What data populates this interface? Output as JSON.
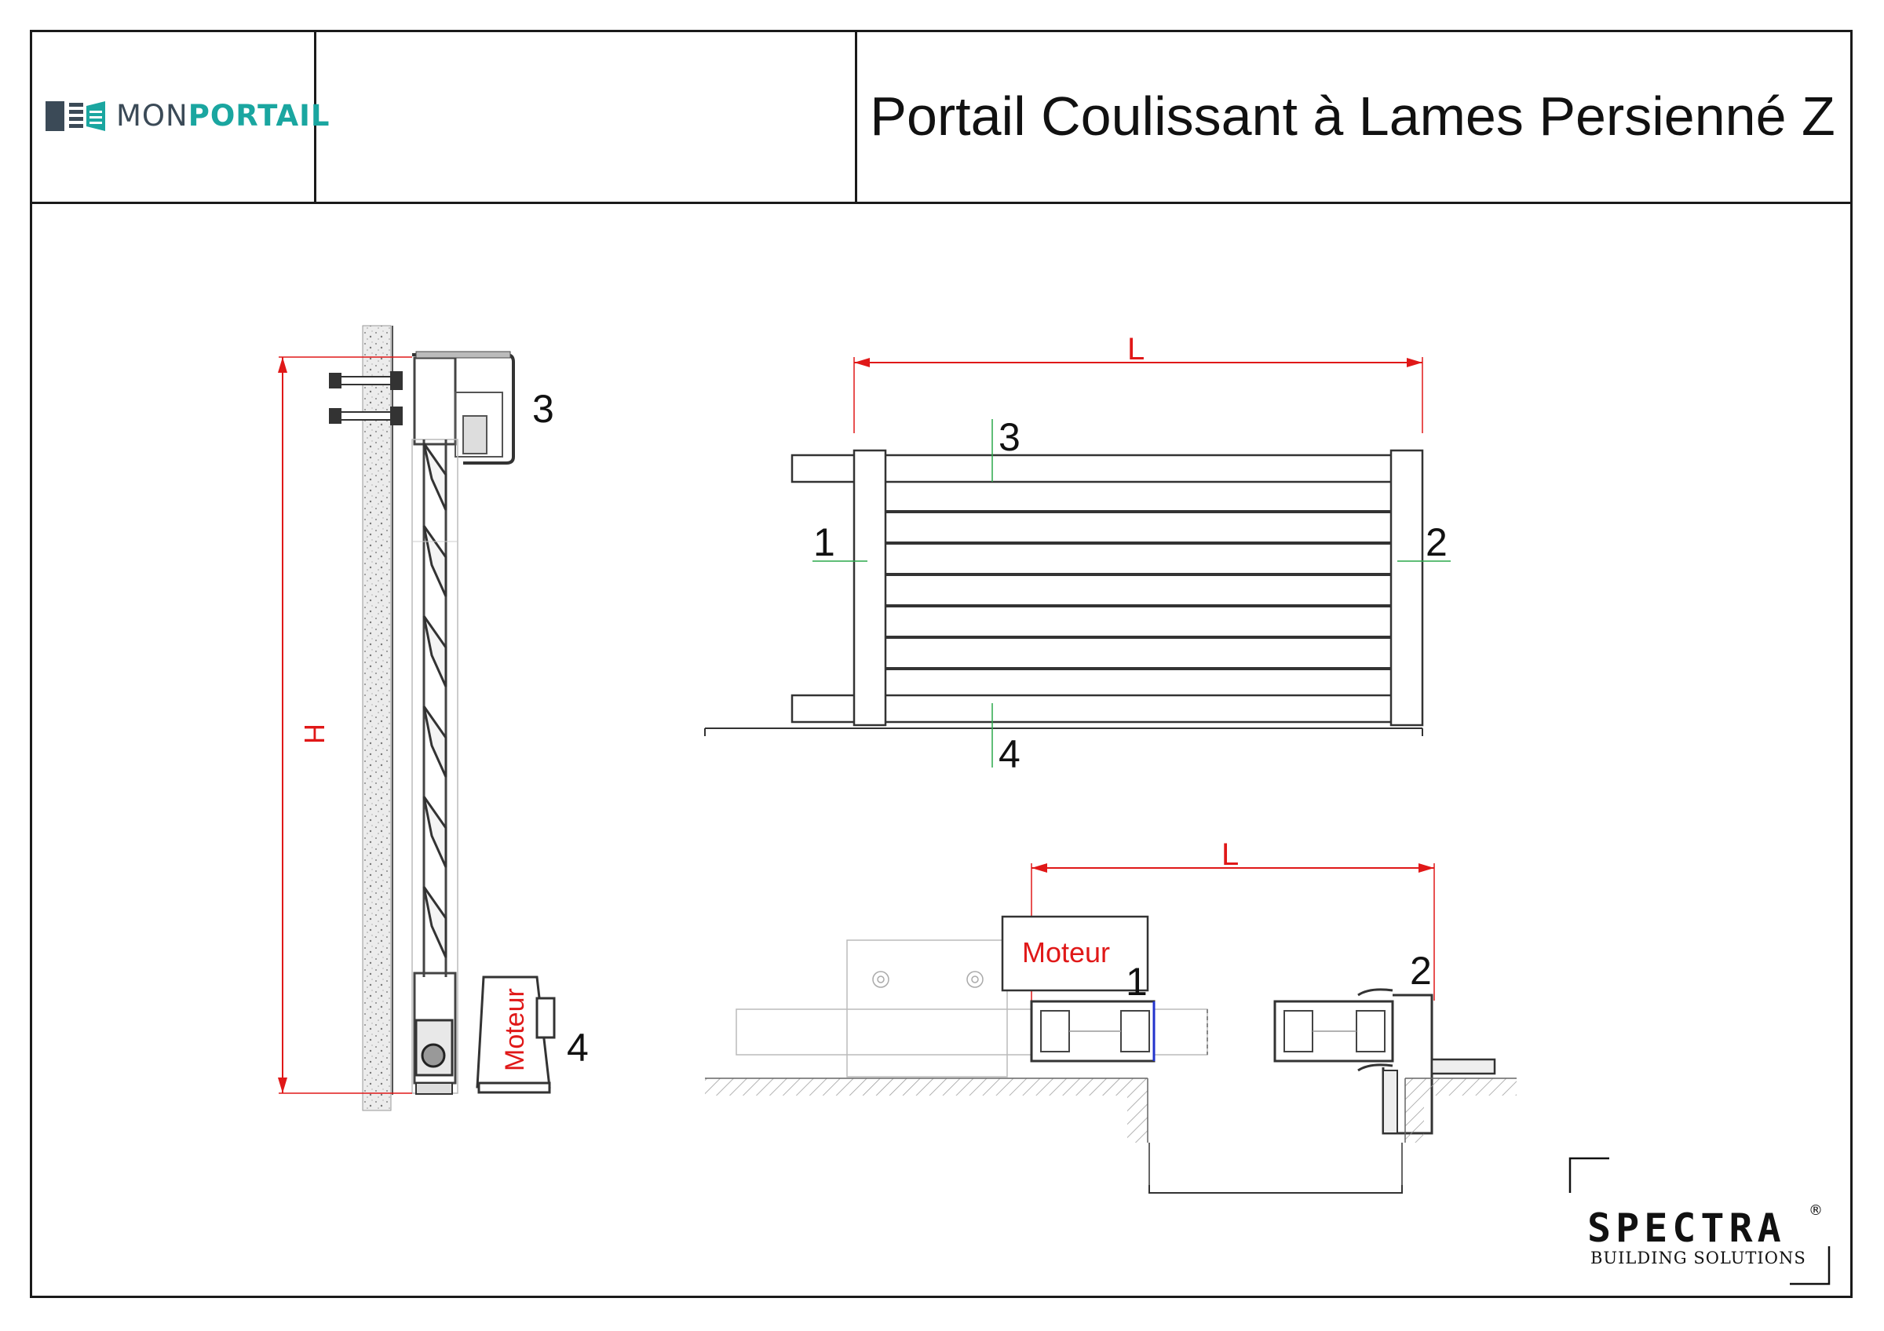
{
  "header": {
    "brand_prefix": "MON",
    "brand_suffix": "PORTAIL",
    "title": "Portail Coulissant à Lames Persienné Z"
  },
  "side_section": {
    "height_label": "H",
    "top_ref": "3",
    "bottom_ref": "4",
    "motor_label": "Moteur"
  },
  "elevation": {
    "width_label": "L",
    "ref_top": "3",
    "ref_left": "1",
    "ref_right": "2",
    "ref_bottom": "4"
  },
  "plan": {
    "width_label": "L",
    "motor_label": "Moteur",
    "ref_left": "1",
    "ref_right": "2"
  },
  "footer_logo": {
    "name": "SPECTRA",
    "mark": "®",
    "tagline": "BUILDING SOLUTIONS"
  },
  "colors": {
    "brand_dark": "#3b4a57",
    "brand_teal": "#1aa6a0",
    "dimension": "#e01818",
    "ink": "#1a1a1a"
  }
}
